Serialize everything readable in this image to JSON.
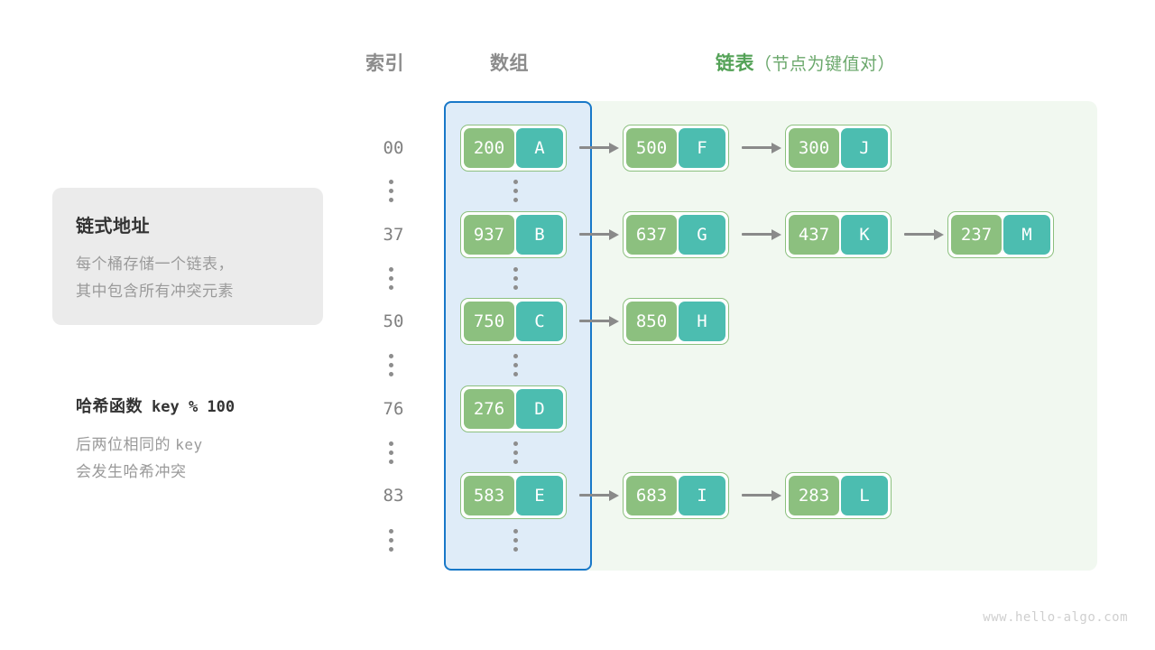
{
  "headers": {
    "index": "索引",
    "array": "数组",
    "list_strong": "链表",
    "list_sub": "（节点为键值对）"
  },
  "info_card": {
    "title": "链式地址",
    "line1": "每个桶存储一个链表，",
    "line2": "其中包含所有冲突元素"
  },
  "hash": {
    "title_zh": "哈希函数",
    "title_expr": "key % 100",
    "line1_zh": "后两位相同的",
    "line1_mono": "key",
    "line2": "会发生哈希冲突"
  },
  "colors": {
    "key_cell": "#8cc07f",
    "value_cell": "#4cbdb0",
    "array_panel_border": "#1878c8",
    "array_panel_fill": "#dfecf8",
    "list_panel_fill": "#f1f8f0",
    "accent_green": "#54a257",
    "arrow": "#8a8a8a"
  },
  "buckets": [
    {
      "index": "00",
      "bucket": {
        "key": "200",
        "value": "A"
      },
      "chain": [
        {
          "key": "500",
          "value": "F"
        },
        {
          "key": "300",
          "value": "J"
        }
      ]
    },
    {
      "index": "37",
      "bucket": {
        "key": "937",
        "value": "B"
      },
      "chain": [
        {
          "key": "637",
          "value": "G"
        },
        {
          "key": "437",
          "value": "K"
        },
        {
          "key": "237",
          "value": "M"
        }
      ]
    },
    {
      "index": "50",
      "bucket": {
        "key": "750",
        "value": "C"
      },
      "chain": [
        {
          "key": "850",
          "value": "H"
        }
      ]
    },
    {
      "index": "76",
      "bucket": {
        "key": "276",
        "value": "D"
      },
      "chain": []
    },
    {
      "index": "83",
      "bucket": {
        "key": "583",
        "value": "E"
      },
      "chain": [
        {
          "key": "683",
          "value": "I"
        },
        {
          "key": "283",
          "value": "L"
        }
      ]
    }
  ],
  "watermark": "www.hello-algo.com"
}
